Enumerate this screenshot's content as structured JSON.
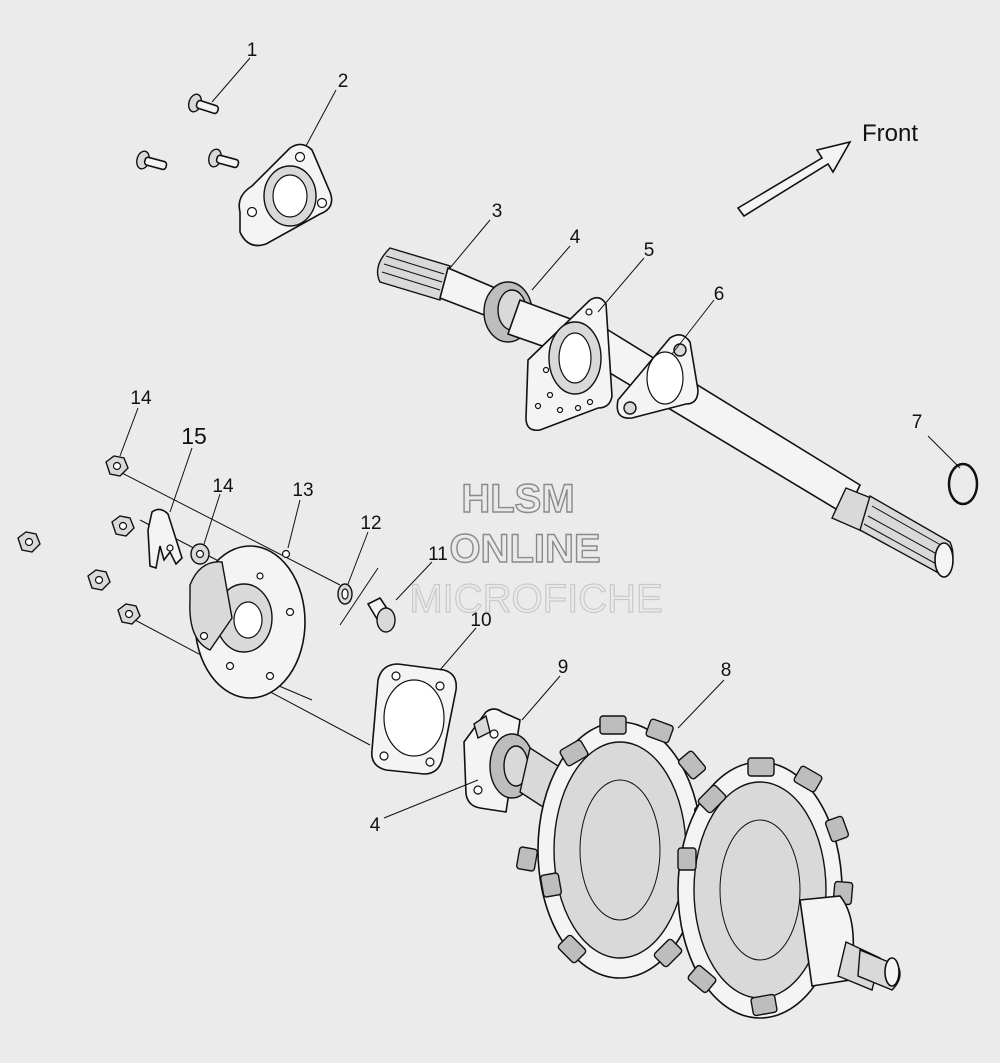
{
  "diagram": {
    "direction_label": "Front",
    "watermark": {
      "line1": "HLSM",
      "line2": "ONLINE",
      "line3": "MICROFICHE"
    },
    "callouts": [
      {
        "id": "c1",
        "label": "1"
      },
      {
        "id": "c2",
        "label": "2"
      },
      {
        "id": "c3",
        "label": "3"
      },
      {
        "id": "c4a",
        "label": "4"
      },
      {
        "id": "c5",
        "label": "5"
      },
      {
        "id": "c6",
        "label": "6"
      },
      {
        "id": "c7",
        "label": "7"
      },
      {
        "id": "c8",
        "label": "8"
      },
      {
        "id": "c9",
        "label": "9"
      },
      {
        "id": "c10",
        "label": "10"
      },
      {
        "id": "c11",
        "label": "11"
      },
      {
        "id": "c12",
        "label": "12"
      },
      {
        "id": "c13",
        "label": "13"
      },
      {
        "id": "c14a",
        "label": "14"
      },
      {
        "id": "c14b",
        "label": "14"
      },
      {
        "id": "c15",
        "label": "15"
      },
      {
        "id": "c4b",
        "label": "4"
      }
    ]
  }
}
